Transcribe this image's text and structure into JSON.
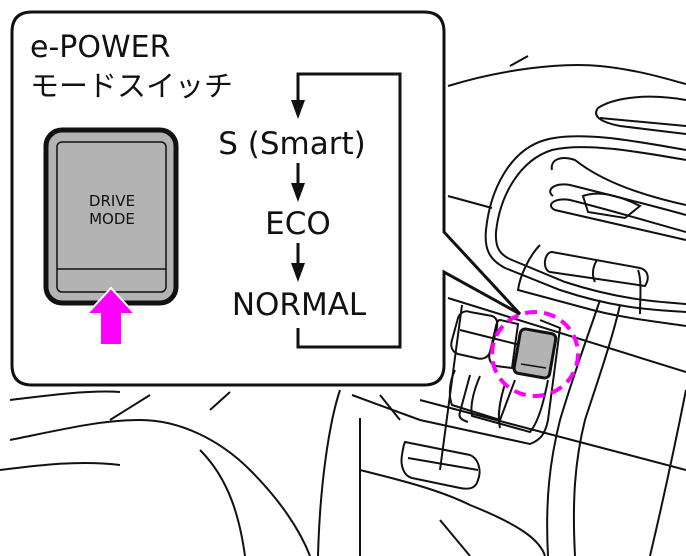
{
  "callout": {
    "title_line1": "e-POWER",
    "title_line2": "モードスイッチ",
    "button_label_line1": "DRIVE",
    "button_label_line2": "MODE"
  },
  "mode_cycle": {
    "modes": [
      "S (Smart)",
      "ECO",
      "NORMAL"
    ]
  },
  "colors": {
    "highlight": "#ff00ff",
    "button_fill": "#b3b3b3",
    "line": "#111111"
  }
}
